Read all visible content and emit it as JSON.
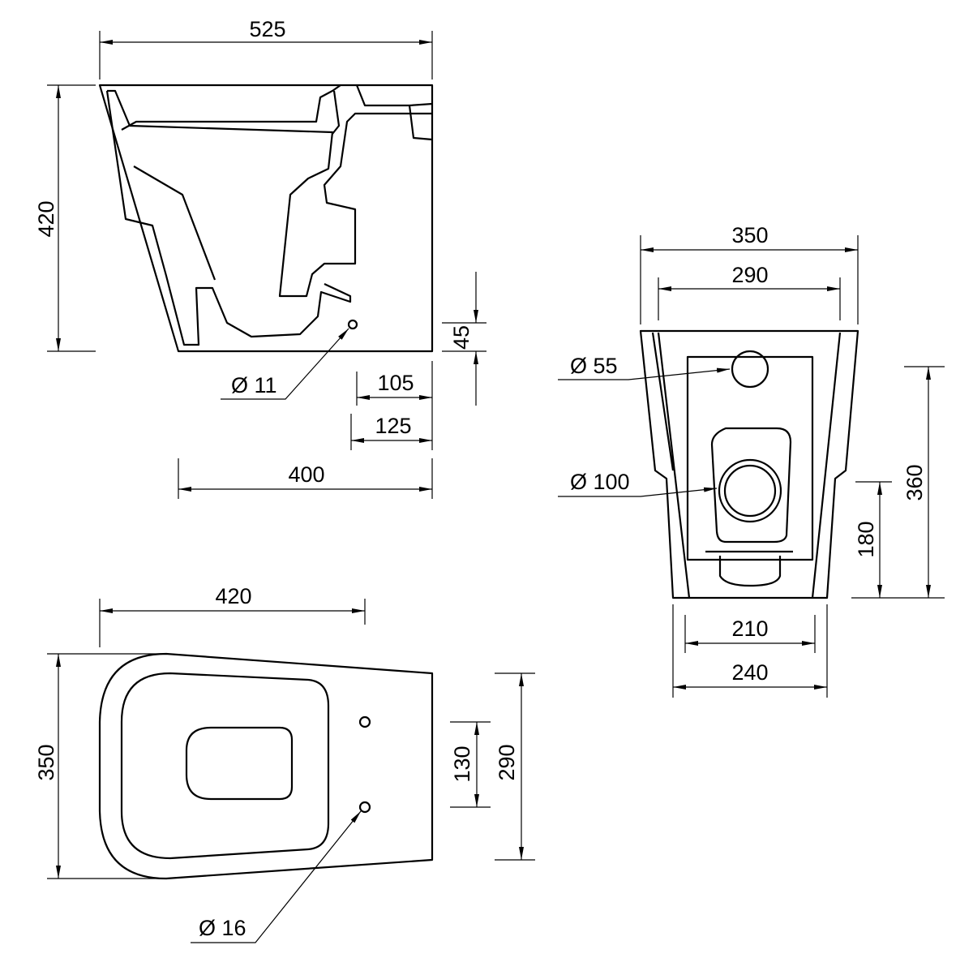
{
  "title": "Toilet dimension drawing",
  "side_view": {
    "overall_length": "525",
    "height": "420",
    "outlet_height": "45",
    "dim_105": "105",
    "dim_125": "125",
    "base_length": "400",
    "hole_diameter": "Ø 11"
  },
  "rear_view": {
    "top_width": "350",
    "inner_top_width": "290",
    "inlet_diameter": "Ø 55",
    "outlet_diameter": "Ø 100",
    "height": "360",
    "outlet_center_height": "180",
    "inner_bottom_width": "210",
    "bottom_width": "240"
  },
  "top_view": {
    "length": "420",
    "width": "350",
    "bolt_spacing": "130",
    "rear_width": "290",
    "bolt_hole_diameter": "Ø 16"
  }
}
